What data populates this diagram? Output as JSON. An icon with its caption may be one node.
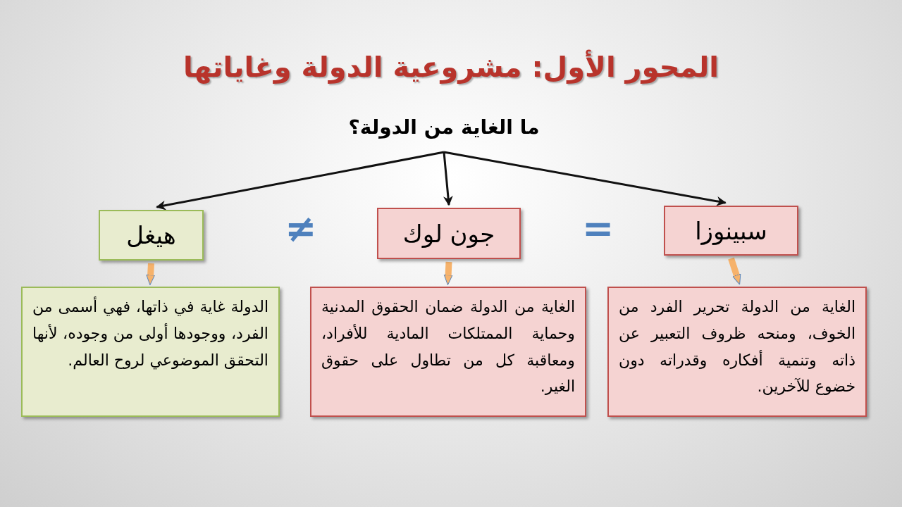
{
  "diagram": {
    "title": "المحور الأول: مشروعية الدولة وغاياتها",
    "nodes": [
      {
        "text": [
          "ما الغاية من الدولة؟"
        ]
      },
      {
        "text": [
          "سبينوزا"
        ]
      },
      {
        "text": [
          "جون لوك"
        ]
      },
      {
        "text": [
          "هيغل"
        ]
      },
      {
        "text": [
          "الغاية من الدولة تحرير الفرد من الخوف، ومنحه ظروف التعبير عن ذاته وتنمية أفكاره وقدراته دون خضوع للآخرين."
        ]
      },
      {
        "text": [
          "الغاية من الدولة ضمان الحقوق المدنية وحماية الممتلكات المادية للأفراد، ومعاقبة كل من تطاول على حقوق الغير."
        ]
      },
      {
        "text": [
          "الدولة غاية في ذاتها، فهي أسمى من الفرد، ووجودها أولى من وجوده، لأنها التحقق الموضوعي لروح العالم."
        ]
      }
    ],
    "edges": [
      {
        "from": 0,
        "to": 1,
        "arrow": "to"
      },
      {
        "from": 0,
        "to": 2,
        "arrow": "to"
      },
      {
        "from": 0,
        "to": 3,
        "arrow": "to"
      },
      {
        "from": 1,
        "to": 4,
        "arrow": "to",
        "style": "thick",
        "color": "#f6b26b"
      },
      {
        "from": 2,
        "to": 5,
        "arrow": "to",
        "style": "thick",
        "color": "#f6b26b"
      },
      {
        "from": 3,
        "to": 6,
        "arrow": "to",
        "style": "thick",
        "color": "#f6b26b"
      }
    ],
    "labels": [
      "=",
      "≠"
    ]
  }
}
